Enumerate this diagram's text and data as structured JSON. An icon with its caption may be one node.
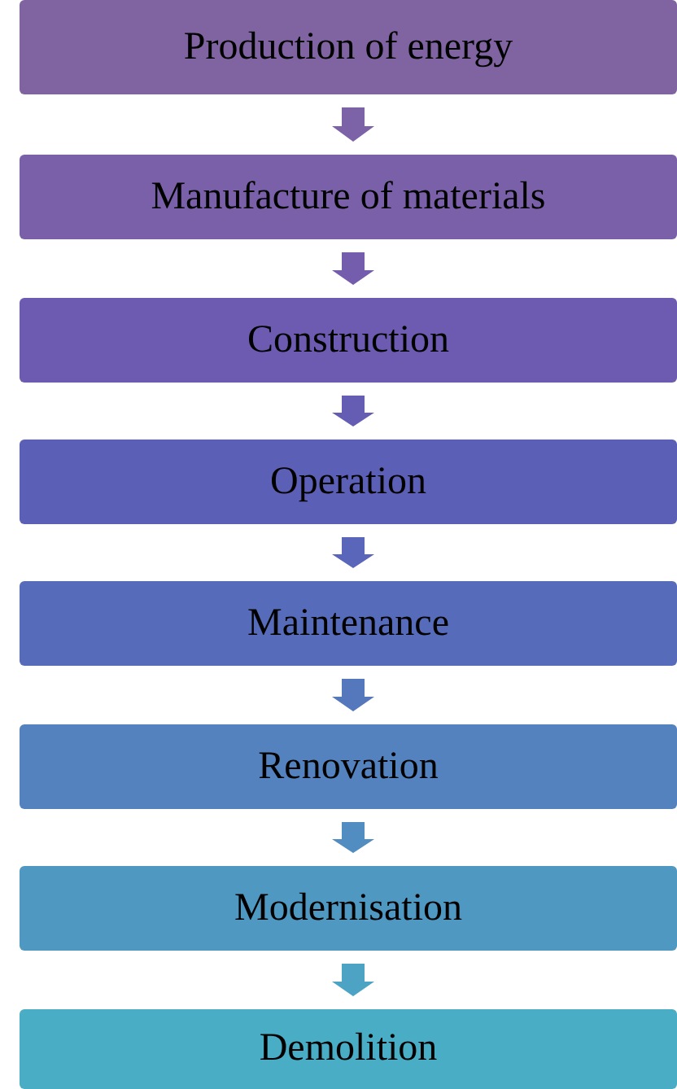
{
  "diagram": {
    "nodes": [
      {
        "text": [
          "Production of energy"
        ]
      },
      {
        "text": [
          "Manufacture of materials"
        ]
      },
      {
        "text": [
          "Construction"
        ]
      },
      {
        "text": [
          "Operation"
        ]
      },
      {
        "text": [
          "Maintenance"
        ]
      },
      {
        "text": [
          "Renovation"
        ]
      },
      {
        "text": [
          "Modernisation"
        ]
      },
      {
        "text": [
          "Demolition"
        ]
      }
    ],
    "edges": [
      {
        "from": 0,
        "to": 1,
        "arrow": "to",
        "color": "#7c62a6"
      },
      {
        "from": 1,
        "to": 2,
        "arrow": "to",
        "color": "#735dac"
      },
      {
        "from": 2,
        "to": 3,
        "arrow": "to",
        "color": "#645db3"
      },
      {
        "from": 3,
        "to": 4,
        "arrow": "to",
        "color": "#5966b9"
      },
      {
        "from": 4,
        "to": 5,
        "arrow": "to",
        "color": "#5577bc"
      },
      {
        "from": 5,
        "to": 6,
        "arrow": "to",
        "color": "#518dc0"
      },
      {
        "from": 6,
        "to": 7,
        "arrow": "to",
        "color": "#4ca3c4"
      }
    ]
  }
}
